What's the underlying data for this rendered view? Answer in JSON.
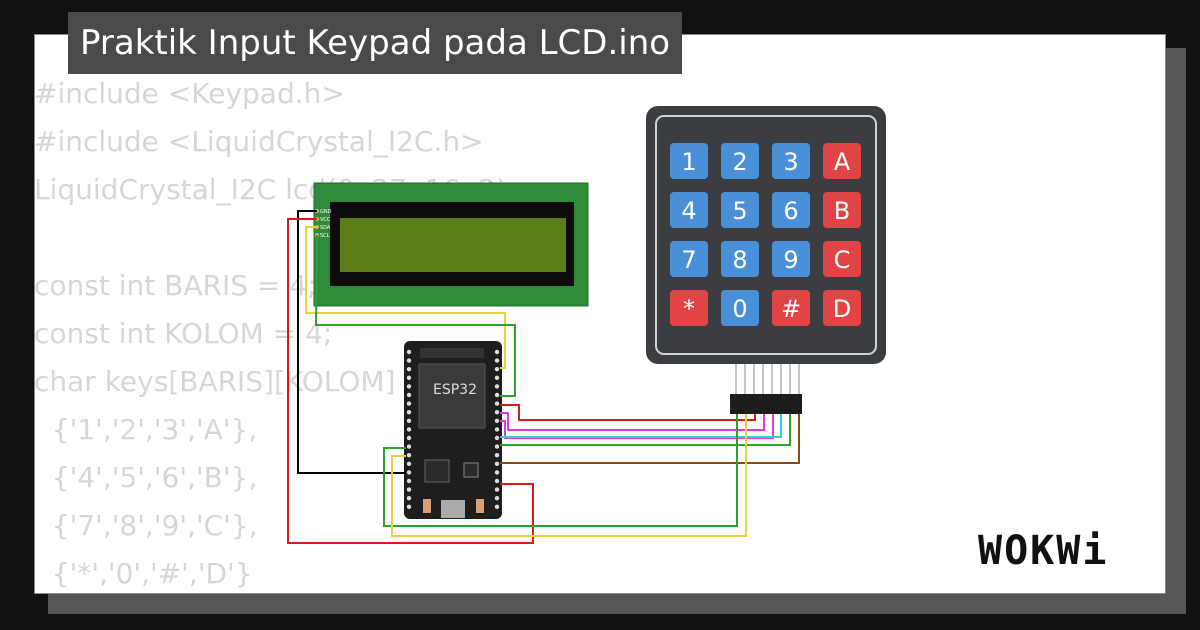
{
  "title": "Praktik Input Keypad pada LCD.ino",
  "code_lines": [
    "#include <Keypad.h>",
    "#include <LiquidCrystal_I2C.h>",
    "LiquidCrystal_I2C lcd(0x27, 16, 2);",
    "",
    "const int BARIS = 4;",
    "const int KOLOM = 4;",
    "char keys[BARIS][KOLOM] = {",
    "  {'1','2','3','A'},",
    "  {'4','5','6','B'},",
    "  {'7','8','9','C'},",
    "  {'*','0','#','D'}"
  ],
  "logo": "WOKWi",
  "chip": "ESP32",
  "lcd_pins": [
    "GND",
    "VCC",
    "SDA",
    "SCL"
  ],
  "keypad_keys": [
    {
      "label": "1",
      "color": "#4a90d9"
    },
    {
      "label": "2",
      "color": "#4a90d9"
    },
    {
      "label": "3",
      "color": "#4a90d9"
    },
    {
      "label": "A",
      "color": "#e04444"
    },
    {
      "label": "4",
      "color": "#4a90d9"
    },
    {
      "label": "5",
      "color": "#4a90d9"
    },
    {
      "label": "6",
      "color": "#4a90d9"
    },
    {
      "label": "B",
      "color": "#e04444"
    },
    {
      "label": "7",
      "color": "#4a90d9"
    },
    {
      "label": "8",
      "color": "#4a90d9"
    },
    {
      "label": "9",
      "color": "#4a90d9"
    },
    {
      "label": "C",
      "color": "#e04444"
    },
    {
      "label": "*",
      "color": "#e04444"
    },
    {
      "label": "0",
      "color": "#4a90d9"
    },
    {
      "label": "#",
      "color": "#e04444"
    },
    {
      "label": "D",
      "color": "#e04444"
    }
  ],
  "colors": {
    "background": "#111111",
    "card": "#ffffff",
    "title_bg": "#4a4a4a",
    "code_text": "#d6d6d6",
    "lcd_board": "#2e8b3a",
    "lcd_screen": "#5a7d18",
    "keypad_body": "#3b3d40",
    "esp32_board": "#1e1e1e"
  }
}
